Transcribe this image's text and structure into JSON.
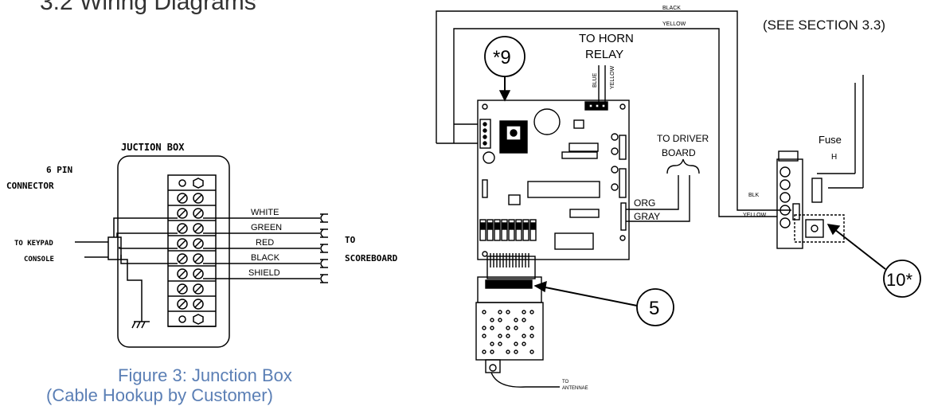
{
  "page": {
    "heading": "3.2  Wiring Diagrams",
    "see_section": "(SEE SECTION 3.3)"
  },
  "junction_figure": {
    "box_title": "JUCTION BOX",
    "connector_line1": "6 PIN",
    "connector_line2": "CONNECTOR",
    "keypad_line1": "TO KEYPAD",
    "keypad_line2": "CONSOLE",
    "wires": [
      "WHITE",
      "GREEN",
      "RED",
      "BLACK",
      "SHIELD"
    ],
    "to_label": "TO",
    "scoreboard_label": "SCOREBOARD",
    "caption": "Figure 3:  Junction Box",
    "caption2": "(Cable Hookup by Customer)"
  },
  "board_figure": {
    "top_wire_black": "BLACK",
    "top_wire_yellow": "YELLOW",
    "horn_line1": "TO HORN",
    "horn_line2": "RELAY",
    "horn_wire_blue": "BLUE",
    "horn_wire_yellow": "YELLOW",
    "callout_9": "*9",
    "callout_5": "5",
    "callout_10": "10*",
    "driver_line1": "TO DRIVER",
    "driver_line2": "BOARD",
    "wire_org": "ORG",
    "wire_gray": "GRAY",
    "fuse_label": "Fuse",
    "fuse_h": "H",
    "blk_label": "BLK",
    "yellow_label": "YELLOW",
    "antenna_line1": "TO",
    "antenna_line2": "ANTENNAE"
  }
}
